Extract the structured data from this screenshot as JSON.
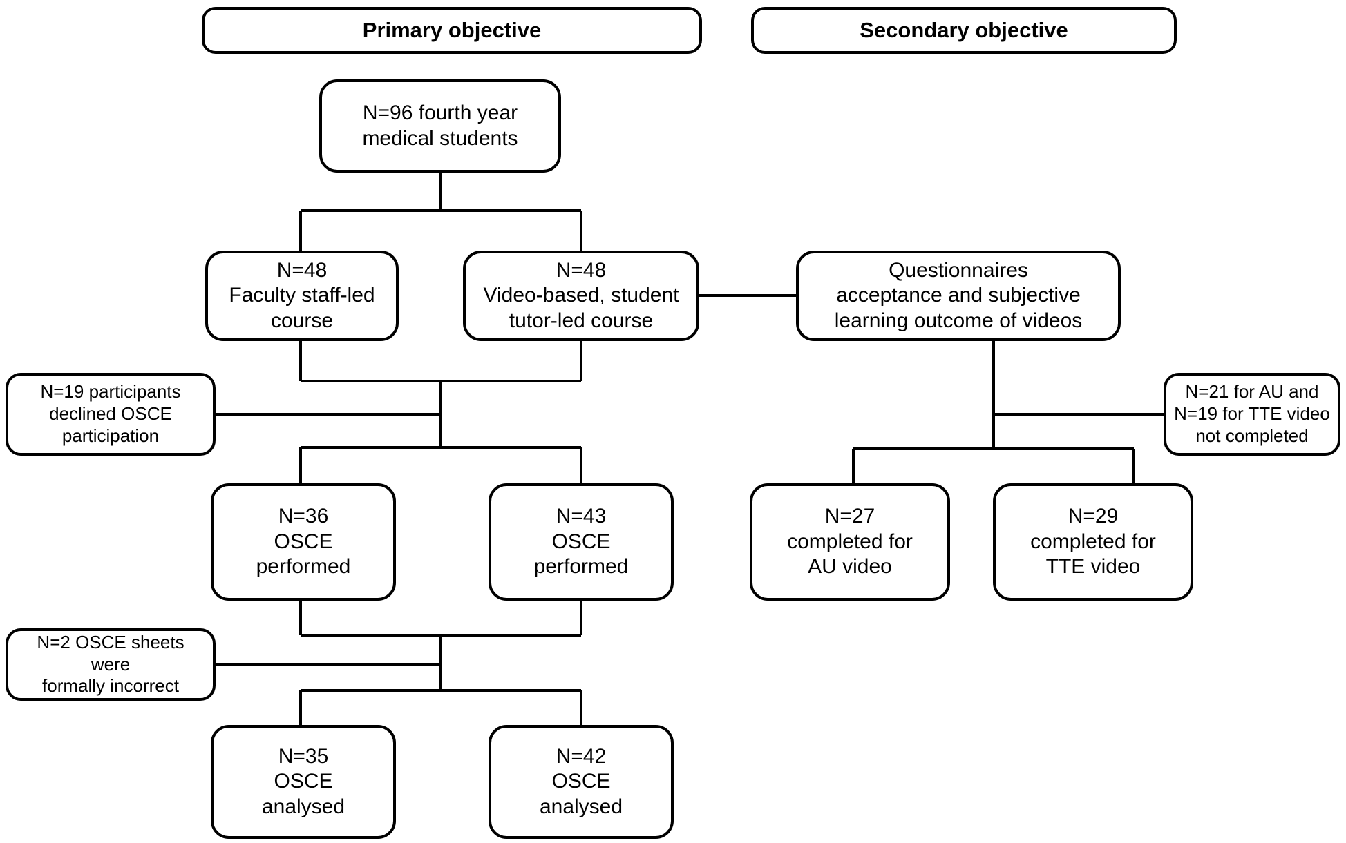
{
  "figure": {
    "type": "flowchart",
    "title": "Study flow diagram of medical student OSCE and questionnaire participation",
    "columns": [
      "Primary objective",
      "Secondary objective"
    ]
  },
  "headers": {
    "primary": "Primary objective",
    "secondary": "Secondary objective"
  },
  "nodes": {
    "enrolled": "N=96 fourth year\nmedical students",
    "faculty_course": "N=48\nFaculty staff-led\ncourse",
    "video_course": "N=48\nVideo-based, student\ntutor-led course",
    "questionnaires": "Questionnaires\nacceptance and subjective\nlearning outcome of videos",
    "declined": "N=19 participants\ndeclined OSCE\nparticipation",
    "not_completed": "N=21 for AU and\nN=19 for TTE video\nnot completed",
    "osce_performed_left": "N=36\nOSCE\nperformed",
    "osce_performed_right": "N=43\nOSCE\nperformed",
    "completed_au": "N=27\ncompleted for\nAU video",
    "completed_tte": "N=29\ncompleted for\nTTE video",
    "sheets_incorrect": "N=2 OSCE sheets were\nformally incorrect",
    "osce_analysed_left": "N=35\nOSCE\nanalysed",
    "osce_analysed_right": "N=42\nOSCE\nanalysed"
  },
  "style": {
    "line_color": "#000000",
    "box_fill": "#ffffff",
    "text_color": "#000000",
    "background": "#ffffff"
  }
}
